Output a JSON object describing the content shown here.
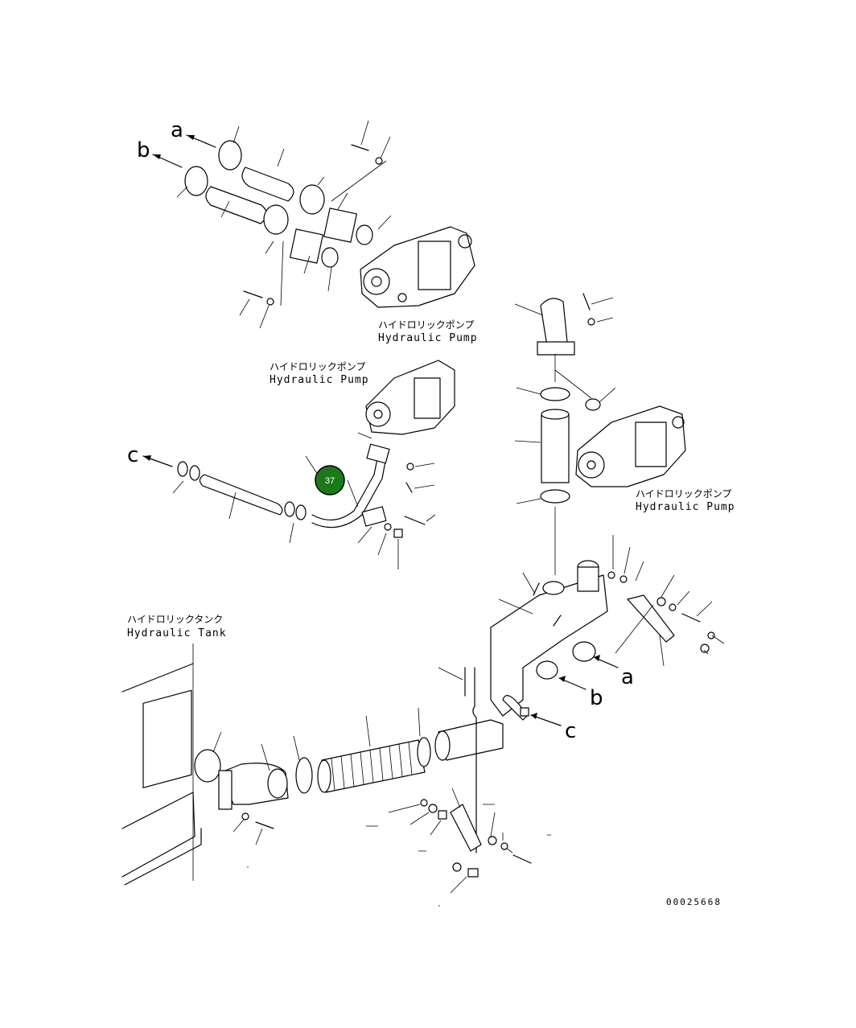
{
  "labels": {
    "pump_top_jp": "ハイドロリックポンプ",
    "pump_top_en": "Hydraulic Pump",
    "pump_mid_jp": "ハイドロリックポンプ",
    "pump_mid_en": "Hydraulic Pump",
    "pump_right_jp": "ハイドロリックポンプ",
    "pump_right_en": "Hydraulic Pump",
    "tank_jp": "ハイドロリックタンク",
    "tank_en": "Hydraulic Tank"
  },
  "letters": {
    "a_top": "a",
    "b_top": "b",
    "c_left": "c",
    "a_right": "a",
    "b_right": "b",
    "c_right": "c"
  },
  "callout": {
    "number": "37",
    "color": "#1a7a1a"
  },
  "drawing_code": "00025668"
}
